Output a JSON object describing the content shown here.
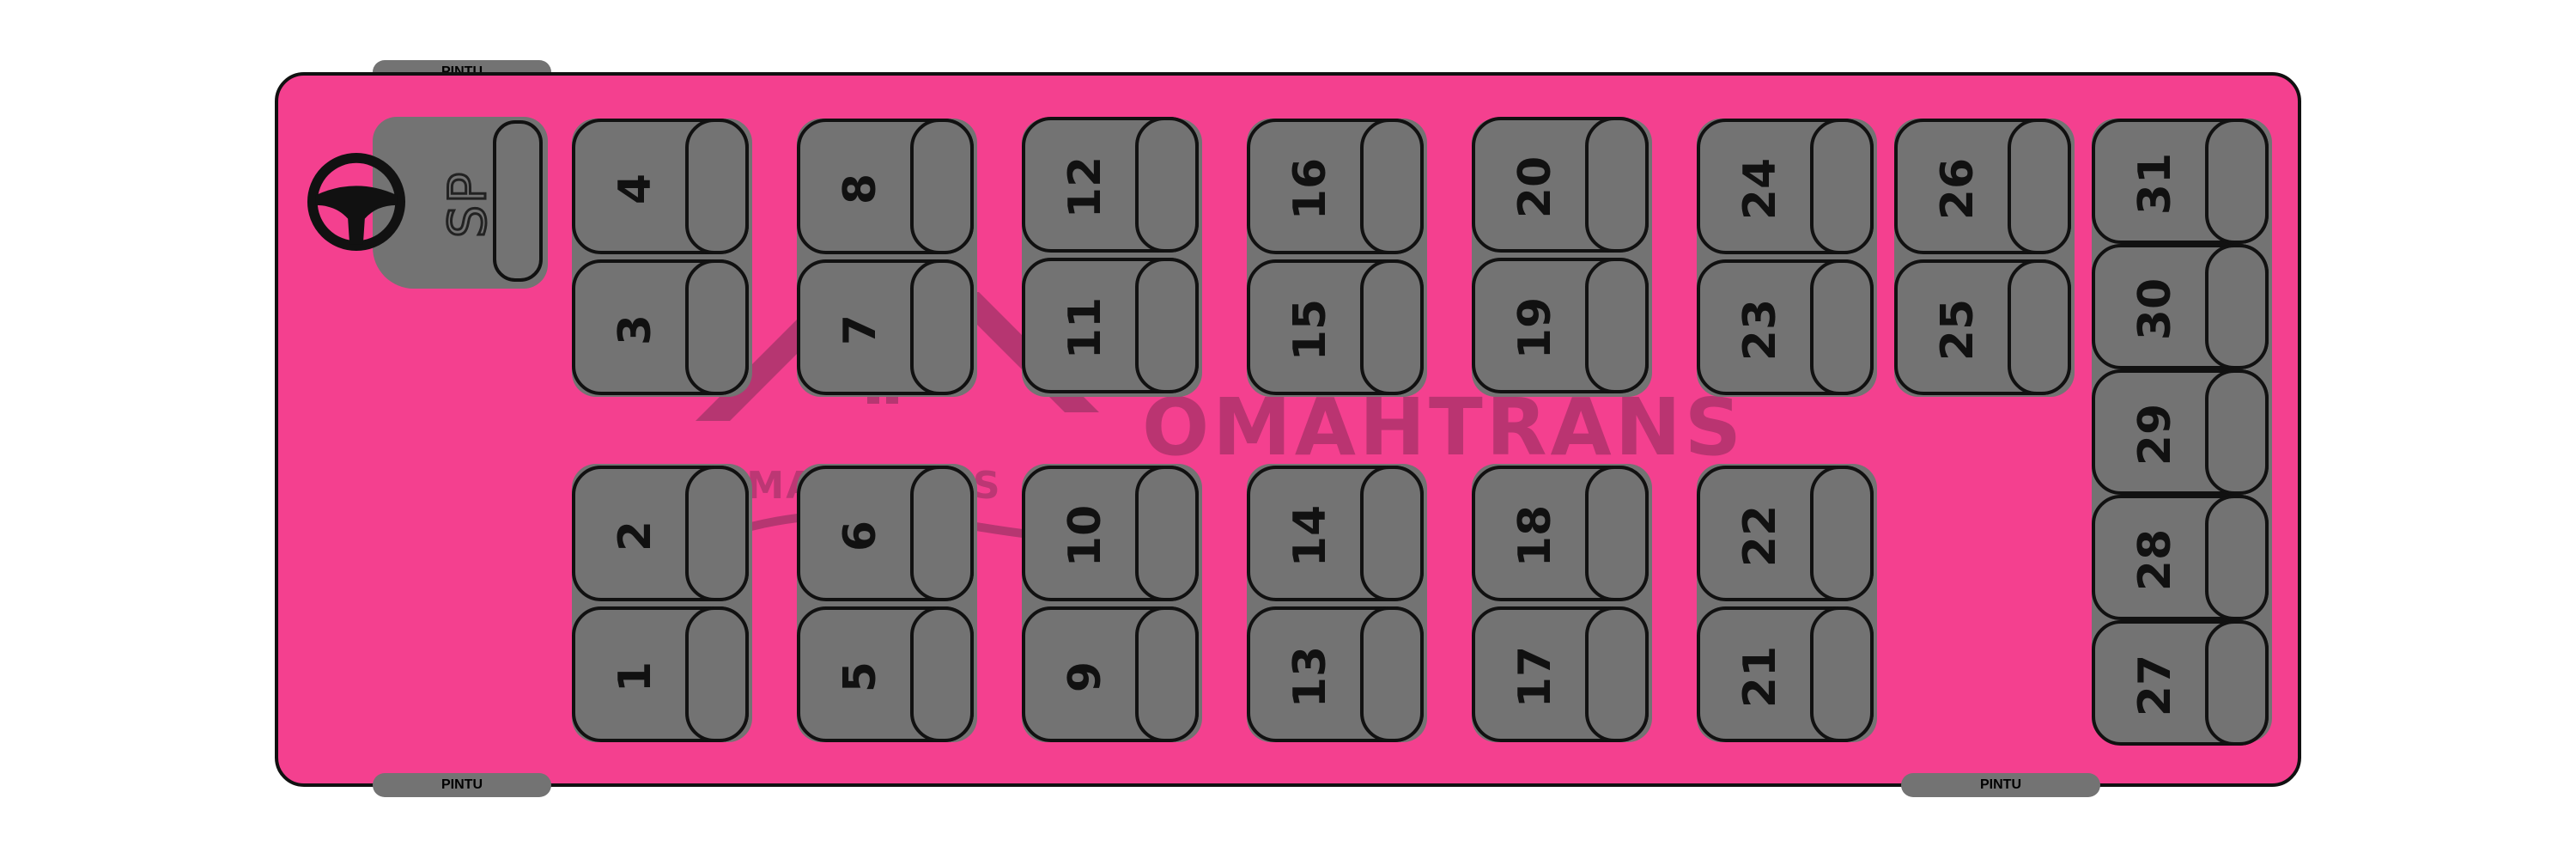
{
  "layout": {
    "doors": [
      "PINTU",
      "PINTU",
      "PINTU"
    ],
    "driver": {
      "label": "SP",
      "wheel_icon": "steering-wheel-icon"
    },
    "watermark": {
      "brand": "OMAHTRANS",
      "logo_text": "OMAHTRANS"
    }
  },
  "seats": {
    "s1": "1",
    "s2": "2",
    "s3": "3",
    "s4": "4",
    "s5": "5",
    "s6": "6",
    "s7": "7",
    "s8": "8",
    "s9": "9",
    "s10": "10",
    "s11": "11",
    "s12": "12",
    "s13": "13",
    "s14": "14",
    "s15": "15",
    "s16": "16",
    "s17": "17",
    "s18": "18",
    "s19": "19",
    "s20": "20",
    "s21": "21",
    "s22": "22",
    "s23": "23",
    "s24": "24",
    "s25": "25",
    "s26": "26",
    "s27": "27",
    "s28": "28",
    "s29": "29",
    "s30": "30",
    "s31": "31"
  },
  "colors": {
    "bus_body": "#f4408f",
    "seat": "#737373",
    "outline": "#111111",
    "door": "#737373"
  }
}
